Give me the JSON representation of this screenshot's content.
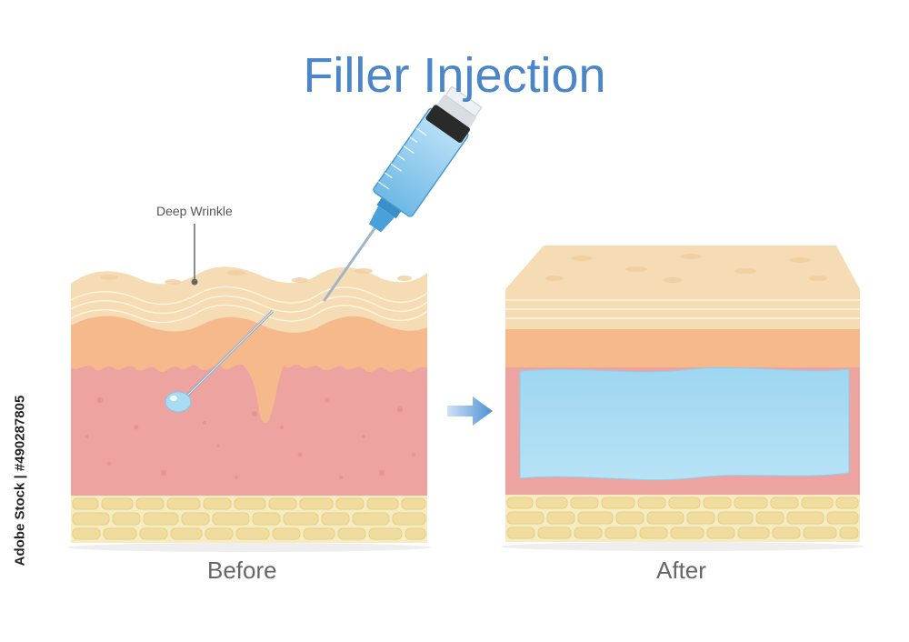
{
  "title": "Filler Injection",
  "callout": "Deep Wrinkle",
  "captions": {
    "before": "Before",
    "after": "After"
  },
  "watermark": "Adobe Stock | #490287805",
  "colors": {
    "title": "#4a86c8",
    "epidermis": "#f6dcb4",
    "dermis_top": "#f5b98c",
    "dermis": "#eda39f",
    "fat": "#f3e6b2",
    "filler": "#a8dcf2",
    "arrow": "#5b9ad6"
  }
}
